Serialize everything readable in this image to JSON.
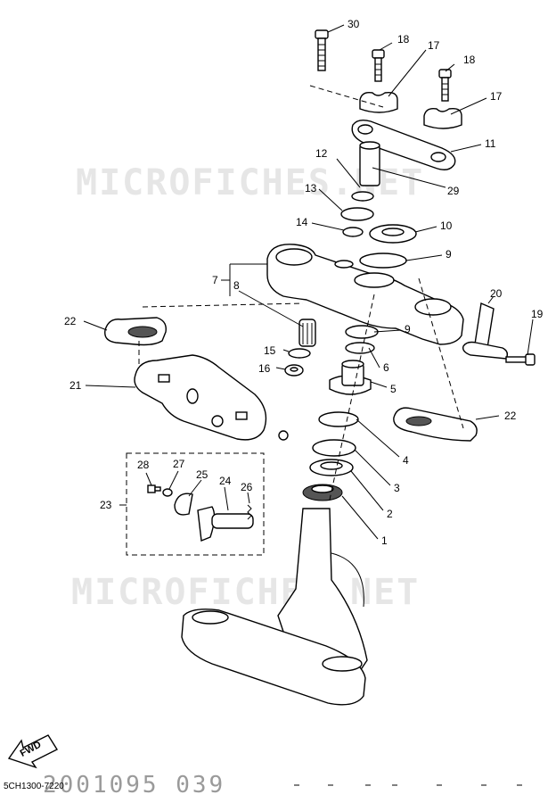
{
  "watermark": "MICROFICHES.NET",
  "fwd_label": "FWD",
  "drawing_code": "5CH1300-7220",
  "drawing_number": "2001095 039",
  "callouts": [
    {
      "id": "c30",
      "text": "30"
    },
    {
      "id": "c18a",
      "text": "18"
    },
    {
      "id": "c18b",
      "text": "18"
    },
    {
      "id": "c17a",
      "text": "17"
    },
    {
      "id": "c17b",
      "text": "17"
    },
    {
      "id": "c11",
      "text": "11"
    },
    {
      "id": "c12",
      "text": "12"
    },
    {
      "id": "c29",
      "text": "29"
    },
    {
      "id": "c13",
      "text": "13"
    },
    {
      "id": "c14",
      "text": "14"
    },
    {
      "id": "c10",
      "text": "10"
    },
    {
      "id": "c9a",
      "text": "9"
    },
    {
      "id": "c7",
      "text": "7"
    },
    {
      "id": "c8",
      "text": "8"
    },
    {
      "id": "c20",
      "text": "20"
    },
    {
      "id": "c19",
      "text": "19"
    },
    {
      "id": "c22a",
      "text": "22"
    },
    {
      "id": "c9b",
      "text": "9"
    },
    {
      "id": "c15",
      "text": "15"
    },
    {
      "id": "c6",
      "text": "6"
    },
    {
      "id": "c16",
      "text": "16"
    },
    {
      "id": "c5",
      "text": "5"
    },
    {
      "id": "c21",
      "text": "21"
    },
    {
      "id": "c22b",
      "text": "22"
    },
    {
      "id": "c4",
      "text": "4"
    },
    {
      "id": "c3",
      "text": "3"
    },
    {
      "id": "c28",
      "text": "28"
    },
    {
      "id": "c27",
      "text": "27"
    },
    {
      "id": "c25",
      "text": "25"
    },
    {
      "id": "c24",
      "text": "24"
    },
    {
      "id": "c26",
      "text": "26"
    },
    {
      "id": "c23",
      "text": "23"
    },
    {
      "id": "c2",
      "text": "2"
    },
    {
      "id": "c1",
      "text": "1"
    }
  ]
}
